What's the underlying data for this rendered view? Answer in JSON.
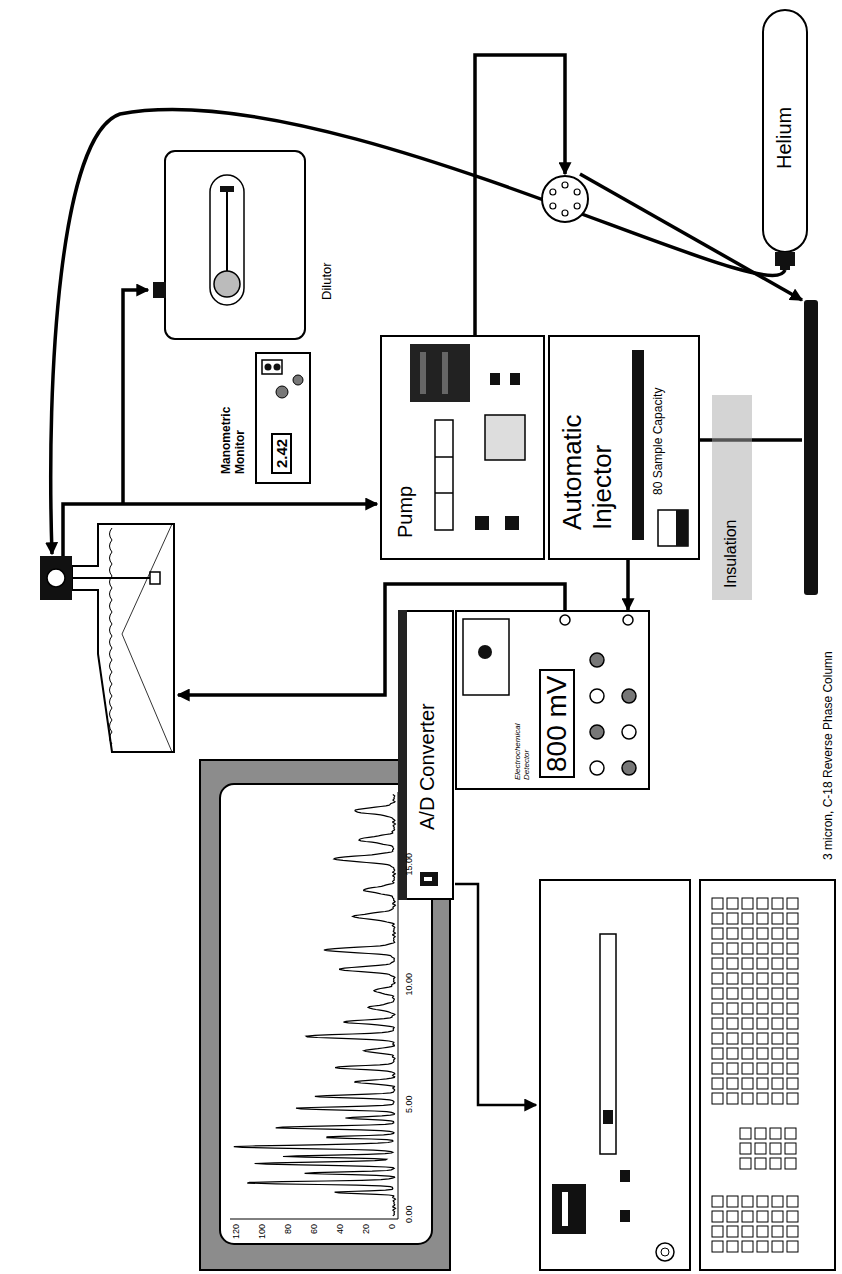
{
  "diagram": {
    "nodes": [
      {
        "text": [
          "Helium"
        ]
      },
      {
        "text": [
          "Dilutor"
        ]
      },
      {
        "text": [
          "Manometric Monitor",
          "2.42"
        ]
      },
      {
        "text": [
          "Pump"
        ]
      },
      {
        "text": [
          "Automatic Injector",
          "80 Sample Capacity"
        ]
      },
      {
        "text": [
          "3 micron, C-18 Reverse Phase Column"
        ]
      },
      {
        "text": [
          "Electrochemical Detector",
          "800 mV"
        ]
      },
      {
        "text": [
          "A/D Converter"
        ]
      },
      {
        "text": [
          "Insulation"
        ]
      }
    ],
    "edges": [
      {
        "from": 3,
        "to": 4,
        "arrow": "to"
      },
      {
        "from": 4,
        "to": 5,
        "arrow": "to"
      },
      {
        "from": 5,
        "to": 6,
        "arrow": "to"
      }
    ],
    "labels": [
      "0.00",
      "5.00",
      "10.00",
      "15.00",
      "0",
      "20",
      "40",
      "60",
      "80",
      "100",
      "120"
    ]
  }
}
